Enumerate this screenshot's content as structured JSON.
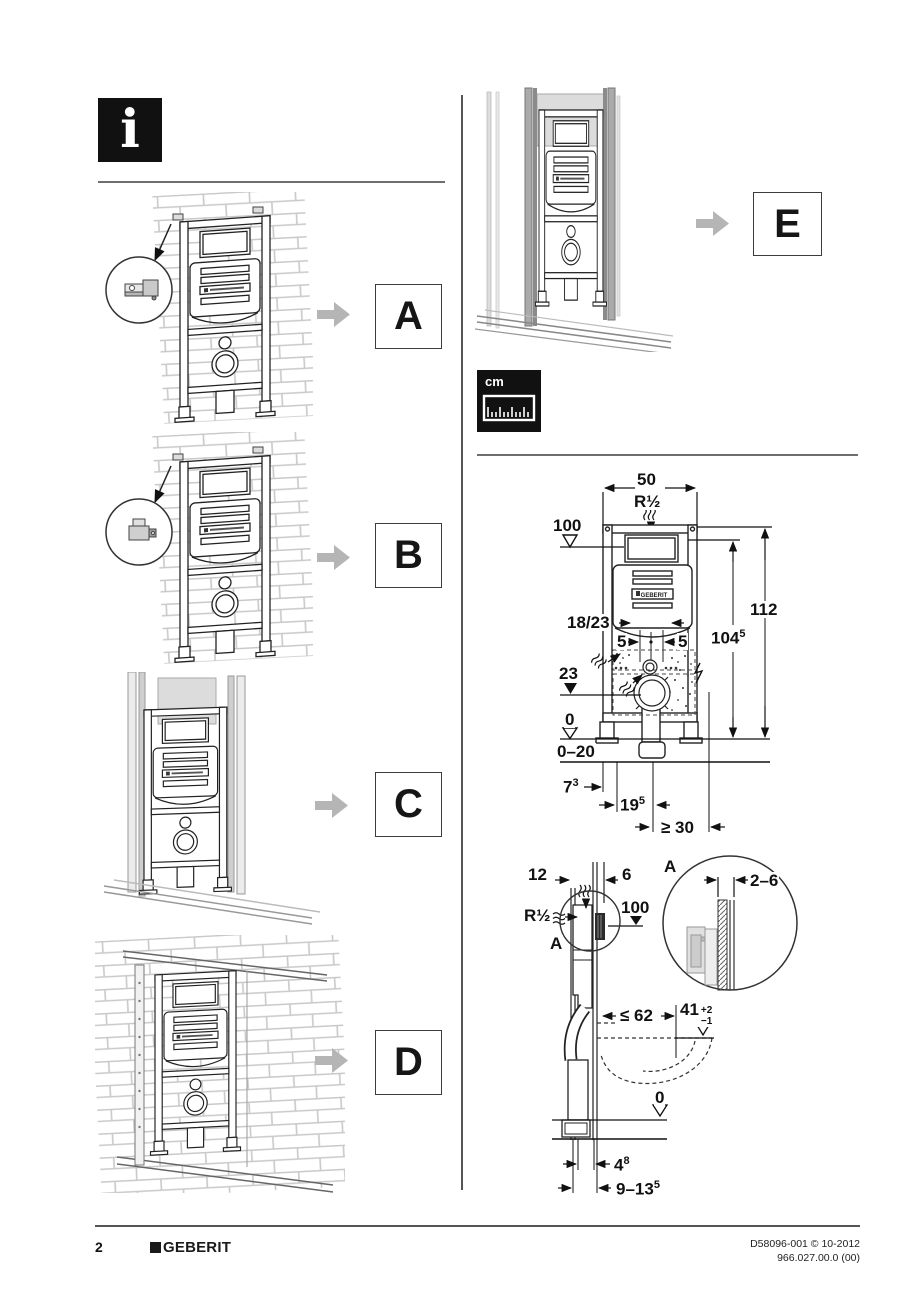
{
  "page": {
    "number": "2",
    "brand": "GEBERIT",
    "ref1": "D58096-001 © 10-2012",
    "ref2": "966.027.00.0 (00)"
  },
  "icons": {
    "info": "i",
    "ruler_unit": "cm"
  },
  "steps": [
    {
      "letter": "A"
    },
    {
      "letter": "B"
    },
    {
      "letter": "C"
    },
    {
      "letter": "D"
    },
    {
      "letter": "E"
    }
  ],
  "front_view": {
    "brand_small": "GEBERIT",
    "w50": "50",
    "supply": "R½",
    "lvl100": "100",
    "h112": "112",
    "h104": "104",
    "h104_sup": "5",
    "outlet": "18/23",
    "off5l": "5",
    "off5r": "5",
    "lvl23": "23",
    "lvl0": "0",
    "range020": "0–20",
    "d7": "7",
    "d7_sup": "3",
    "d19": "19",
    "d19_sup": "5",
    "min30": "≥ 30"
  },
  "side_view": {
    "d12": "12",
    "d6": "6",
    "supply": "R½",
    "lvl100": "100",
    "detail": "A",
    "detail_ref": "A",
    "range26": "2–6",
    "max62": "≤ 62",
    "n41": "41",
    "tol_p": "+2",
    "tol_m": "−1",
    "lvl0": "0",
    "d4": "4",
    "d4_sup": "8",
    "range913": "9–13",
    "range913_sup": "5"
  },
  "colors": {
    "ink": "#111111",
    "arrow_gray": "#b5b5b5",
    "brick_gray": "#c9c9c9",
    "steel_gray": "#999999"
  }
}
